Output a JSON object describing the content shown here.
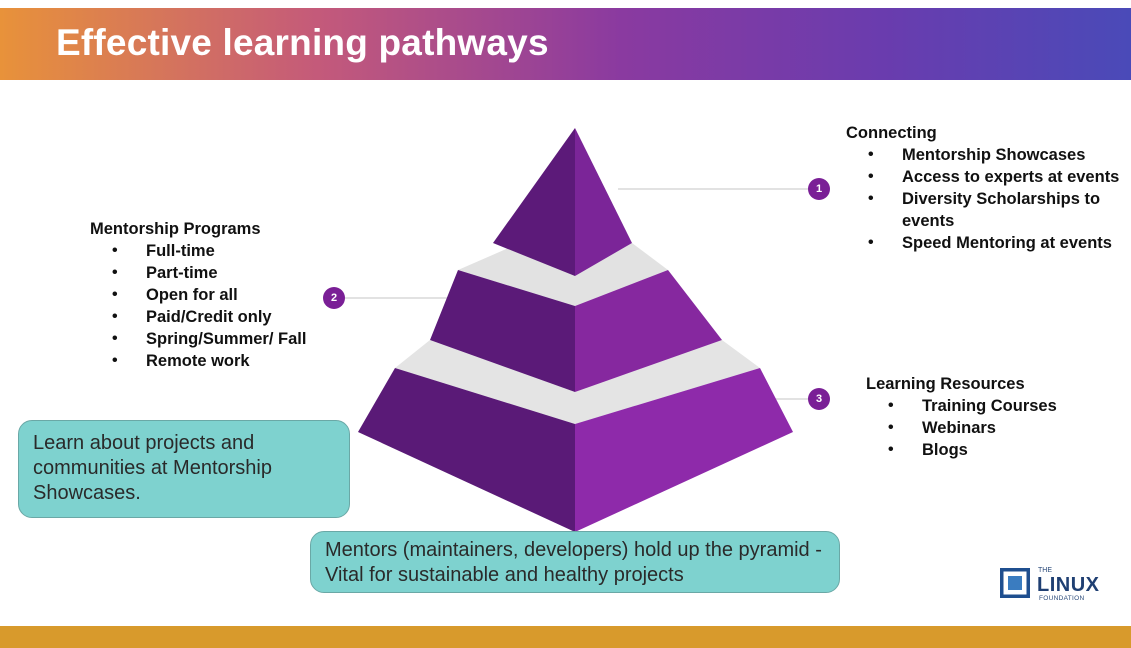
{
  "title": "Effective learning pathways",
  "connecting": {
    "heading": "Connecting",
    "items": [
      "Mentorship Showcases",
      "Access to experts at events",
      "Diversity Scholarships to events",
      "Speed Mentoring at events"
    ]
  },
  "mentorship_programs": {
    "heading": "Mentorship Programs",
    "items": [
      "Full-time",
      "Part-time",
      "Open for all",
      "Paid/Credit only",
      "Spring/Summer/ Fall",
      "Remote work"
    ]
  },
  "learning_resources": {
    "heading": "Learning Resources",
    "items": [
      "Training Courses",
      "Webinars",
      "Blogs"
    ]
  },
  "markers": [
    "1",
    "2",
    "3"
  ],
  "callouts": {
    "showcase": "Learn about projects and communities at Mentorship Showcases.",
    "mentors": "Mentors (maintainers, developers) hold up the pyramid - Vital for sustainable and healthy projects"
  },
  "logo": {
    "top": "THE",
    "main": "LINUX",
    "bottom": "FOUNDATION"
  },
  "colors": {
    "pyramid_dark": "#5b1a78",
    "pyramid_light": "#8a2aa6",
    "gap": "#e2e2e2",
    "marker": "#7a1f96",
    "callout_bg": "#7ed2cf",
    "bottom_bar": "#d89a2c"
  }
}
